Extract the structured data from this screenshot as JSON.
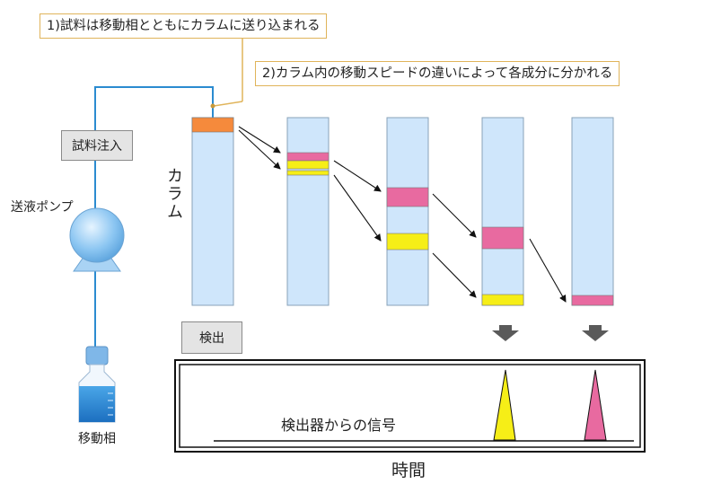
{
  "step1_text": "1)試料は移動相とともにカラムに送り込まれる",
  "step2_text": "2)カラム内の移動スピードの違いによって各成分に分かれる",
  "sample_injection": "試料注入",
  "pump": "送液ポンプ",
  "mobile_phase": "移動相",
  "column": "カラム",
  "detection": "検出",
  "signal": "検出器からの信号",
  "time": "時間",
  "colors": {
    "sample": "#f58a3c",
    "pink": "#e86aa0",
    "yellow": "#f6ee17",
    "column": "#cfe6fb",
    "tube": "#2b8bd0"
  }
}
